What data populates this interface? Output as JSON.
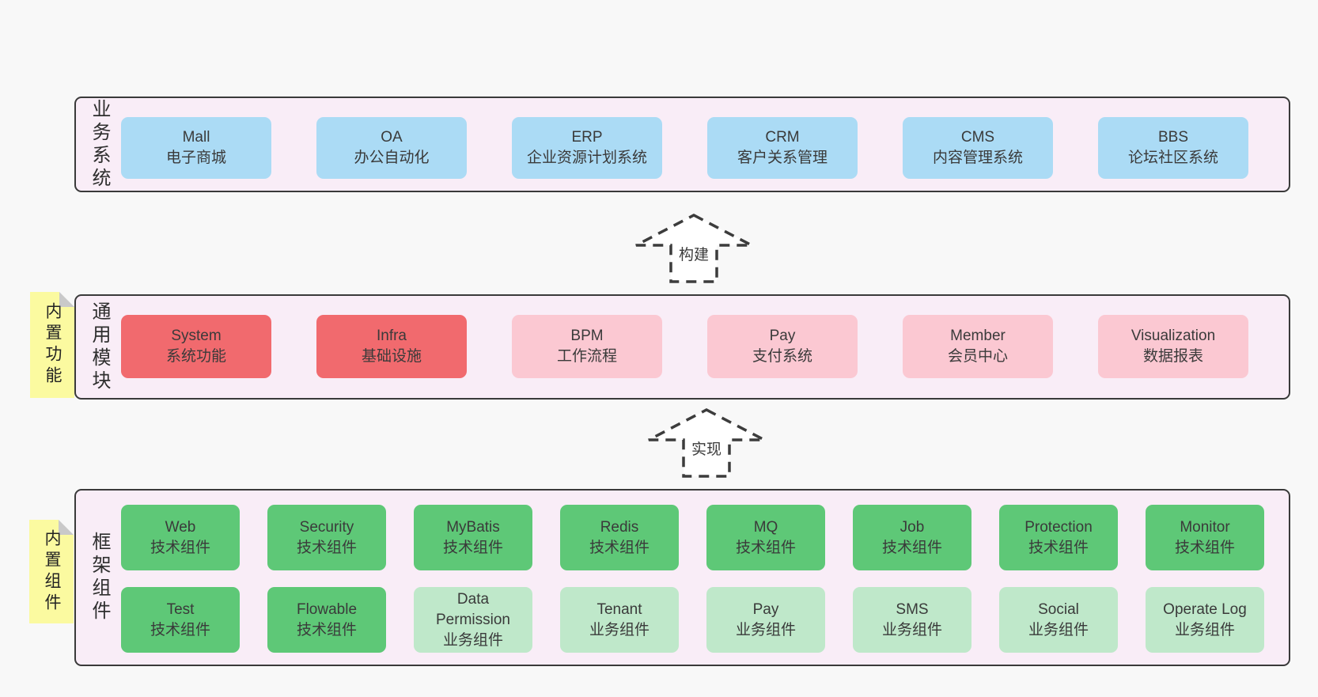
{
  "diagram": {
    "colors": {
      "page_bg": "#f8f8f8",
      "band_bg": "#f9edf7",
      "band_border": "#3a3a3a",
      "blue": "#abdbf5",
      "red": "#f16a6e",
      "pink": "#fbc8d2",
      "green": "#5ec877",
      "lightgreen": "#bfe8ca",
      "sticky_bg": "#fbfaa0",
      "sticky_fold": "#c9c9c9",
      "text": "#3a3a3a",
      "arrow": "#3c3c3c"
    },
    "bands": [
      {
        "label": "业务系统",
        "rows": [
          [
            {
              "en": "Mall",
              "zh": "电子商城",
              "type": "blue"
            },
            {
              "en": "OA",
              "zh": "办公自动化",
              "type": "blue"
            },
            {
              "en": "ERP",
              "zh": "企业资源计划系统",
              "type": "blue"
            },
            {
              "en": "CRM",
              "zh": "客户关系管理",
              "type": "blue"
            },
            {
              "en": "CMS",
              "zh": "内容管理系统",
              "type": "blue"
            },
            {
              "en": "BBS",
              "zh": "论坛社区系统",
              "type": "blue"
            }
          ]
        ]
      },
      {
        "label": "通用模块",
        "sticky": "内置功能",
        "rows": [
          [
            {
              "en": "System",
              "zh": "系统功能",
              "type": "red"
            },
            {
              "en": "Infra",
              "zh": "基础设施",
              "type": "red"
            },
            {
              "en": "BPM",
              "zh": "工作流程",
              "type": "pink"
            },
            {
              "en": "Pay",
              "zh": "支付系统",
              "type": "pink"
            },
            {
              "en": "Member",
              "zh": "会员中心",
              "type": "pink"
            },
            {
              "en": "Visualization",
              "zh": "数据报表",
              "type": "pink"
            }
          ]
        ]
      },
      {
        "label": "框架组件",
        "sticky": "内置组件",
        "rows": [
          [
            {
              "en": "Web",
              "zh": "技术组件",
              "type": "green"
            },
            {
              "en": "Security",
              "zh": "技术组件",
              "type": "green"
            },
            {
              "en": "MyBatis",
              "zh": "技术组件",
              "type": "green"
            },
            {
              "en": "Redis",
              "zh": "技术组件",
              "type": "green"
            },
            {
              "en": "MQ",
              "zh": "技术组件",
              "type": "green"
            },
            {
              "en": "Job",
              "zh": "技术组件",
              "type": "green"
            },
            {
              "en": "Protection",
              "zh": "技术组件",
              "type": "green"
            },
            {
              "en": "Monitor",
              "zh": "技术组件",
              "type": "green"
            }
          ],
          [
            {
              "en": "Test",
              "zh": "技术组件",
              "type": "green"
            },
            {
              "en": "Flowable",
              "zh": "技术组件",
              "type": "green"
            },
            {
              "en": "Data Permission",
              "zh": "业务组件",
              "type": "lightgreen"
            },
            {
              "en": "Tenant",
              "zh": "业务组件",
              "type": "lightgreen"
            },
            {
              "en": "Pay",
              "zh": "业务组件",
              "type": "lightgreen"
            },
            {
              "en": "SMS",
              "zh": "业务组件",
              "type": "lightgreen"
            },
            {
              "en": "Social",
              "zh": "业务组件",
              "type": "lightgreen"
            },
            {
              "en": "Operate Log",
              "zh": "业务组件",
              "type": "lightgreen"
            }
          ]
        ]
      }
    ],
    "arrows": [
      {
        "label": "构建"
      },
      {
        "label": "实现"
      }
    ]
  }
}
